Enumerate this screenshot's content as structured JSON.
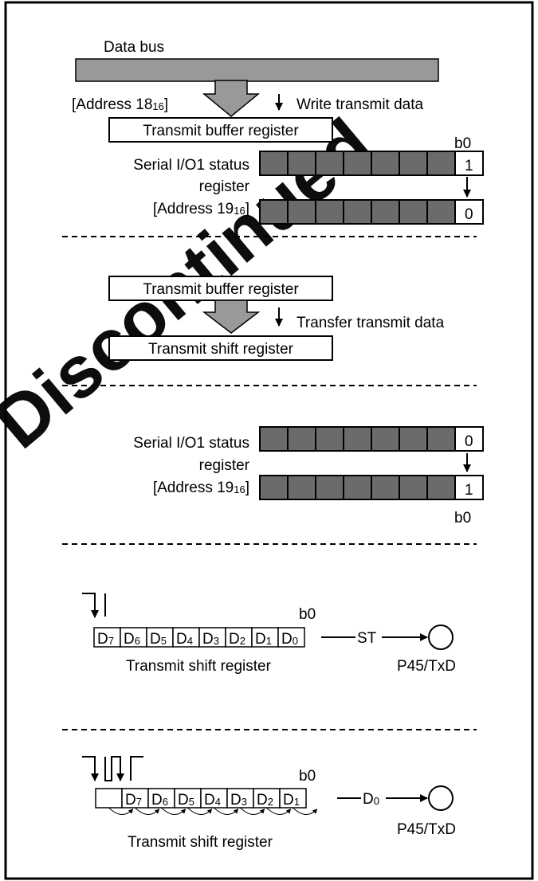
{
  "watermark": {
    "text": "Discontinued",
    "color": "#e0142e"
  },
  "colors": {
    "cell_fill": "#6b6b6b",
    "bus_fill": "#999999",
    "border": "#000000"
  },
  "section1": {
    "data_bus_label": "Data bus",
    "address_label": "[Address 18",
    "address_sub": "16",
    "address_close": "]",
    "write_label": "Write transmit data",
    "buffer_label": "Transmit buffer register",
    "b0_label": "b0",
    "status_label_line1": "Serial I/O1 status",
    "status_label_line2": "register",
    "status_address": "[Address 19",
    "status_address_sub": "16",
    "status_address_close": "]",
    "bit_before": "1",
    "bit_after": "0"
  },
  "section2": {
    "buffer_label": "Transmit buffer register",
    "transfer_label": "Transfer transmit data",
    "shift_label": "Transmit shift register"
  },
  "section3": {
    "status_label_line1": "Serial I/O1 status",
    "status_label_line2": "register",
    "status_address": "[Address 19",
    "status_address_sub": "16",
    "status_address_close": "]",
    "bit_before": "0",
    "bit_after": "1",
    "b0_label": "b0"
  },
  "section4": {
    "b0_label": "b0",
    "cells": [
      {
        "main": "D",
        "sub": "7"
      },
      {
        "main": "D",
        "sub": "6"
      },
      {
        "main": "D",
        "sub": "5"
      },
      {
        "main": "D",
        "sub": "4"
      },
      {
        "main": "D",
        "sub": "3"
      },
      {
        "main": "D",
        "sub": "2"
      },
      {
        "main": "D",
        "sub": "1"
      },
      {
        "main": "D",
        "sub": "0"
      }
    ],
    "st_label": "ST",
    "register_label": "Transmit shift register",
    "pin_label": "P45/TxD"
  },
  "section5": {
    "b0_label": "b0",
    "cells": [
      {
        "main": "",
        "sub": ""
      },
      {
        "main": "D",
        "sub": "7"
      },
      {
        "main": "D",
        "sub": "6"
      },
      {
        "main": "D",
        "sub": "5"
      },
      {
        "main": "D",
        "sub": "4"
      },
      {
        "main": "D",
        "sub": "3"
      },
      {
        "main": "D",
        "sub": "2"
      },
      {
        "main": "D",
        "sub": "1"
      }
    ],
    "out_main": "D",
    "out_sub": "0",
    "register_label": "Transmit shift register",
    "pin_label": "P45/TxD"
  }
}
